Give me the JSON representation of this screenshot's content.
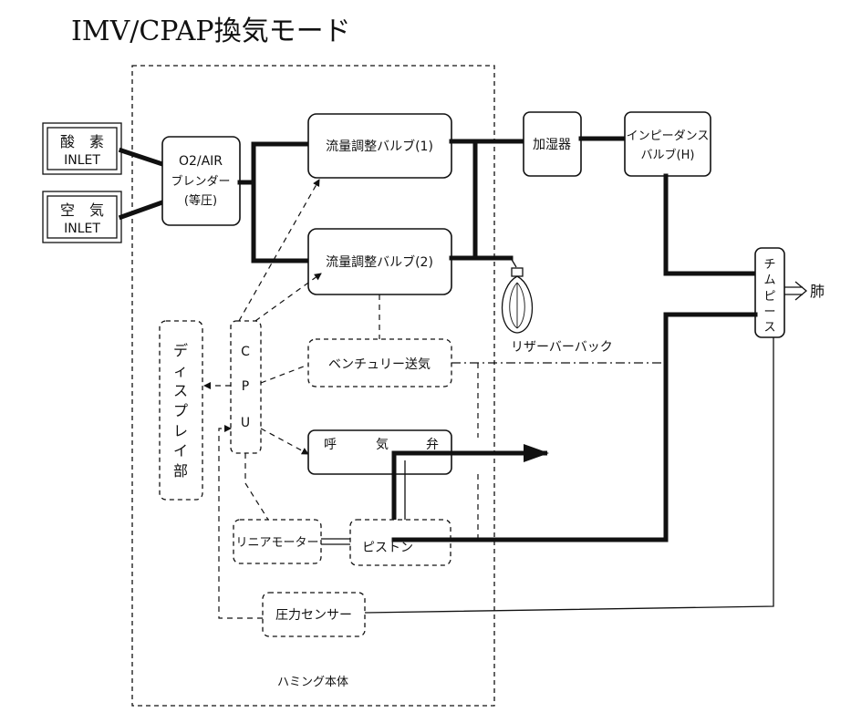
{
  "title": "IMV/CPAP換気モード",
  "inlets": {
    "oxygen": {
      "name": "酸　素",
      "sub": "INLET"
    },
    "air": {
      "name": "空　気",
      "sub": "INLET"
    }
  },
  "blender": {
    "line1": "O2/AIR",
    "line2": "ブレンダー",
    "line3": "(等圧)"
  },
  "valve1": "流量調整バルブ(1)",
  "valve2": "流量調整バルブ(2)",
  "humidifier": "加湿器",
  "impedance": {
    "line1": "インピーダンス",
    "line2": "バルブ(H)"
  },
  "reservoir_bag": "リザーバーバック",
  "display": [
    "デ",
    "ィ",
    "ス",
    "プ",
    "レ",
    "イ",
    "部"
  ],
  "cpu": [
    "C",
    "P",
    "U"
  ],
  "venturi": "ベンチュリー送気",
  "exhale_valve": [
    "呼",
    "気",
    "弁"
  ],
  "linear_motor": "リニアモーター",
  "piston": "ピストン",
  "pressure_sensor": "圧力センサー",
  "chimpiece": [
    "チ",
    "ム",
    "ピ",
    "ー",
    "ス"
  ],
  "lung": "肺",
  "main_body": "ハミング本体"
}
